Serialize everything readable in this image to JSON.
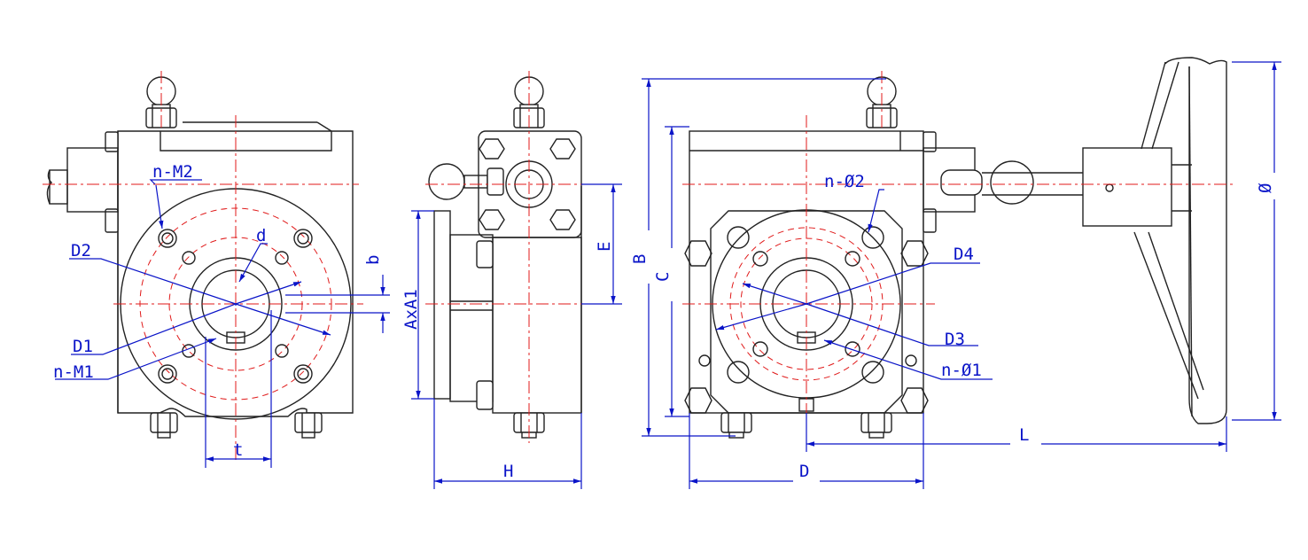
{
  "colors": {
    "outline": "#222222",
    "centerline": "#e01a1a",
    "dimension": "#0a14c8",
    "background": "#ffffff"
  },
  "front_view": {
    "labels": {
      "n_m2": "n-M2",
      "d2": "D2",
      "d": "d",
      "b": "b",
      "d1": "D1",
      "n_m1": "n-M1",
      "t": "t"
    }
  },
  "side_view": {
    "labels": {
      "axa1": "AxA1",
      "e": "E",
      "h": "H"
    }
  },
  "rear_view": {
    "labels": {
      "b": "B",
      "c": "C",
      "n_o2": "n-Ø2",
      "d4": "D4",
      "d3": "D3",
      "n_o1": "n-Ø1",
      "d": "D",
      "l": "L",
      "phi": "Ø"
    }
  }
}
